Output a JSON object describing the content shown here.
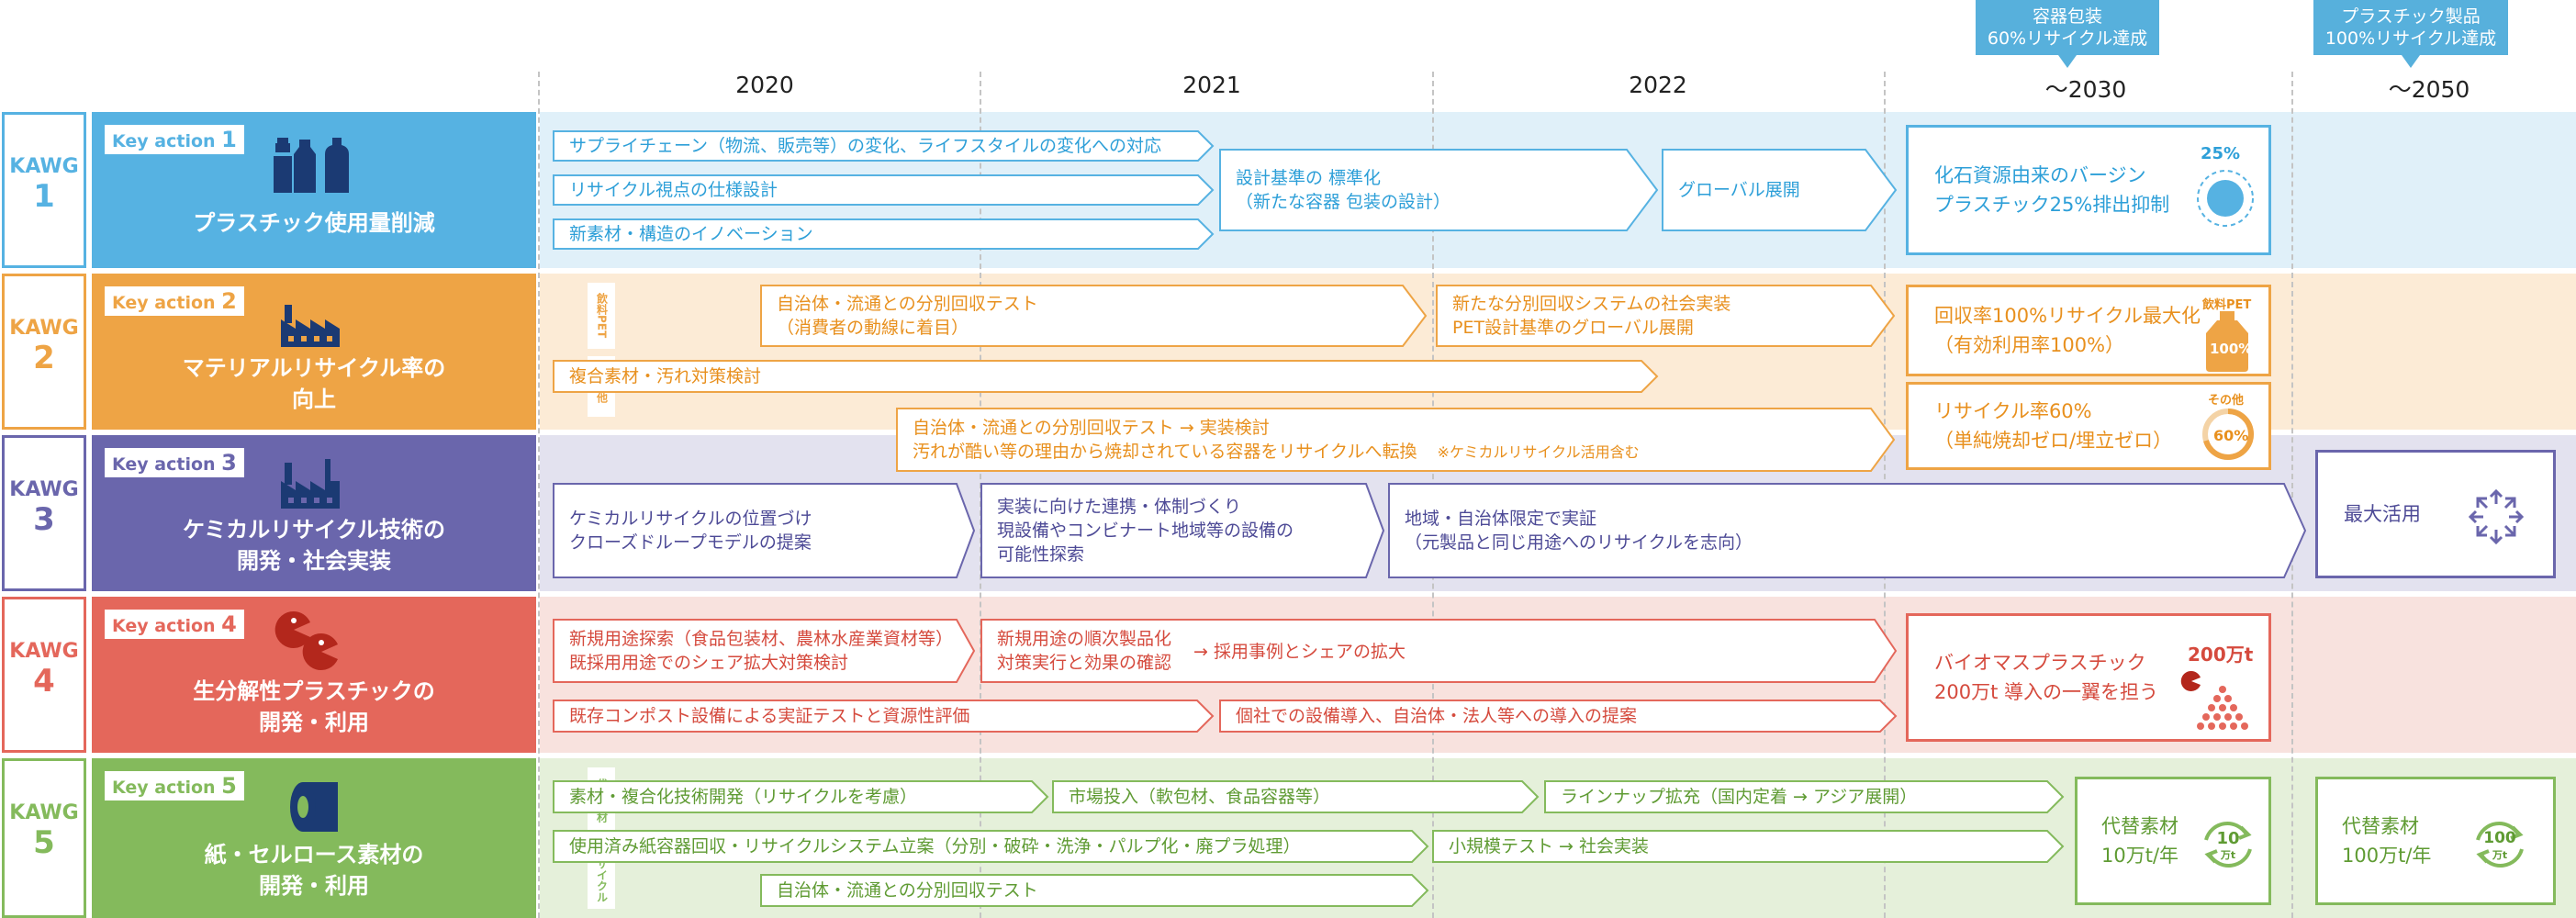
{
  "years": [
    "2020",
    "2021",
    "2022",
    "〜2030",
    "〜2050"
  ],
  "callouts": [
    {
      "line1": "容器包装",
      "line2": "60%リサイクル達成"
    },
    {
      "line1": "プラスチック製品",
      "line2": "100%リサイクル達成"
    }
  ],
  "colors": {
    "blue": "#56b2e2",
    "orange": "#eea445",
    "purple": "#6a66ac",
    "red": "#e4675b",
    "green": "#84ba5c"
  },
  "rows": [
    {
      "kawg": "KAWG",
      "num": "1",
      "key_action": "Key action",
      "key_num": "1",
      "title": [
        "プラスチック使用量削減"
      ],
      "icon": "bottles-icon",
      "bars": [
        {
          "lines": [
            "サプライチェーン（物流、販売等）の変化、ライフスタイルの変化への対応"
          ]
        },
        {
          "lines": [
            "リサイクル視点の仕様設計"
          ]
        },
        {
          "lines": [
            "新素材・構造のイノベーション"
          ]
        },
        {
          "lines": [
            "設計基準の 標準化",
            "（新たな容器 包装の設計）"
          ]
        },
        {
          "lines": [
            "グローバル展開"
          ]
        }
      ],
      "goal": {
        "lines": [
          "化石資源由来のバージン",
          "プラスチック25%排出抑制"
        ],
        "badge": "25%",
        "icon": "dashed-circle-icon"
      }
    },
    {
      "kawg": "KAWG",
      "num": "2",
      "key_action": "Key action",
      "key_num": "2",
      "title": [
        "マテリアルリサイクル率の",
        "向上"
      ],
      "icon": "factory-icon",
      "side": [
        "飲料PET",
        "その他"
      ],
      "bars": [
        {
          "lines": [
            "自治体・流通との分別回収テスト",
            "（消費者の動線に着目）"
          ]
        },
        {
          "lines": [
            "新たな分別回収システムの社会実装",
            "PET設計基準のグローバル展開"
          ]
        },
        {
          "lines": [
            "複合素材・汚れ対策検討"
          ]
        },
        {
          "lines": [
            "自治体・流通との分別回収テスト → 実装検討",
            "汚れが酷い等の理由から焼却されている容器をリサイクルへ転換"
          ],
          "note": "※ケミカルリサイクル活用含む"
        }
      ],
      "goals": [
        {
          "lines": [
            "回収率100%リサイクル最大化",
            "（有効利用率100%）"
          ],
          "badge_label": "飲料PET",
          "badge": "100%",
          "icon": "pet-bottle-icon"
        },
        {
          "lines": [
            "リサイクル率60%",
            "（単純焼却ゼロ/埋立ゼロ）"
          ],
          "badge_label": "その他",
          "badge": "60%",
          "icon": "ring-icon"
        }
      ]
    },
    {
      "kawg": "KAWG",
      "num": "3",
      "key_action": "Key action",
      "key_num": "3",
      "title": [
        "ケミカルリサイクル技術の",
        "開発・社会実装"
      ],
      "icon": "factory-icon",
      "bars": [
        {
          "lines": [
            "ケミカルリサイクルの位置づけ",
            "クローズドループモデルの提案"
          ]
        },
        {
          "lines": [
            "実装に向けた連携・体制づくり",
            "現設備やコンビナート地域等の設備の",
            "可能性探索"
          ]
        },
        {
          "lines": [
            "地域・自治体限定で実証",
            "（元製品と同じ用途へのリサイクルを志向）"
          ]
        }
      ],
      "goal2050": {
        "lines": [
          "最大活用"
        ],
        "icon": "expand-arrows-icon"
      }
    },
    {
      "kawg": "KAWG",
      "num": "4",
      "key_action": "Key action",
      "key_num": "4",
      "title": [
        "生分解性プラスチックの",
        "開発・利用"
      ],
      "icon": "pacman-icon",
      "bars": [
        {
          "lines": [
            "新規用途探索（食品包装材、農林水産業資材等）",
            "既採用用途でのシェア拡大対策検討"
          ]
        },
        {
          "lines": [
            "新規用途の順次製品化",
            "対策実行と効果の確認"
          ],
          "extra": "→ 採用事例とシェアの拡大"
        },
        {
          "lines": [
            "既存コンポスト設備による実証テストと資源性評価"
          ]
        },
        {
          "lines": [
            "個社での設備導入、自治体・法人等への導入の提案"
          ]
        }
      ],
      "goal": {
        "lines": [
          "バイオマスプラスチック",
          "200万t 導入の一翼を担う"
        ],
        "badge": "200万t",
        "icon": "pacman-dots-icon"
      }
    },
    {
      "kawg": "KAWG",
      "num": "5",
      "key_action": "Key action",
      "key_num": "5",
      "title": [
        "紙・セルロース素材の",
        "開発・利用"
      ],
      "icon": "paper-roll-icon",
      "side": [
        "代替素材",
        "リサイクル"
      ],
      "bars": [
        {
          "lines": [
            "素材・複合化技術開発（リサイクルを考慮）"
          ]
        },
        {
          "lines": [
            "市場投入（軟包材、食品容器等）"
          ]
        },
        {
          "lines": [
            "ラインナップ拡充（国内定着 → アジア展開）"
          ]
        },
        {
          "lines": [
            "使用済み紙容器回収・リサイクルシステム立案（分別・破砕・洗浄・パルプ化・廃プラ処理）"
          ]
        },
        {
          "lines": [
            "小規模テスト → 社会実装"
          ]
        },
        {
          "lines": [
            "自治体・流通との分別回収テスト"
          ]
        }
      ],
      "goal": {
        "lines": [
          "代替素材",
          "10万t/年"
        ],
        "badge": "10",
        "badge_unit": "万t",
        "icon": "cycle-icon"
      },
      "goal2050": {
        "lines": [
          "代替素材",
          "100万t/年"
        ],
        "badge": "100",
        "badge_unit": "万t",
        "icon": "cycle-icon"
      }
    }
  ]
}
